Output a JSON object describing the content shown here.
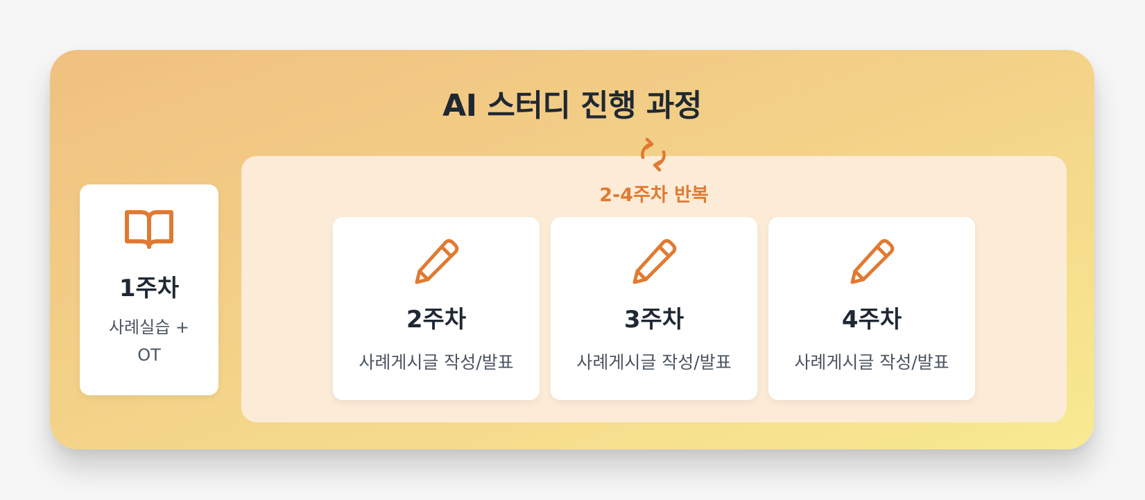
{
  "title": "AI 스터디 진행 과정",
  "repeat_label": "2-4주차 반복",
  "colors": {
    "accent": "#e07a32",
    "text_dark": "#1f2833",
    "text_muted": "#4a5461",
    "panel_gradient_start": "#f0c07f",
    "panel_gradient_end": "#f8ea92",
    "repeat_zone_bg": "#fcecd7"
  },
  "weeks": [
    {
      "title": "1주차",
      "desc": "사례실습 + OT",
      "icon": "book-open-icon"
    },
    {
      "title": "2주차",
      "desc": "사례게시글 작성/발표",
      "icon": "pencil-icon"
    },
    {
      "title": "3주차",
      "desc": "사례게시글 작성/발표",
      "icon": "pencil-icon"
    },
    {
      "title": "4주차",
      "desc": "사례게시글 작성/발표",
      "icon": "pencil-icon"
    }
  ],
  "repeat_icon": "refresh-cycle-icon"
}
